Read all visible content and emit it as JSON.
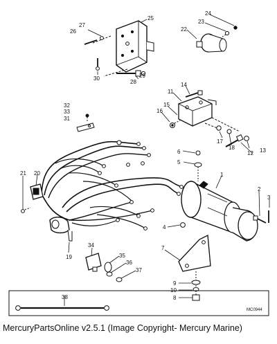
{
  "callouts": {
    "c1": "1",
    "c2": "2",
    "c3": "3",
    "c4": "4",
    "c5": "5",
    "c6": "6",
    "c7": "7",
    "c8": "8",
    "c9": "9",
    "c10": "10",
    "c11": "11",
    "c12": "12",
    "c13": "13",
    "c14": "14",
    "c15": "15",
    "c16": "16",
    "c17": "17",
    "c18": "18",
    "c19": "19",
    "c20": "20",
    "c21": "21",
    "c22": "22",
    "c23": "23",
    "c24": "24",
    "c25": "25",
    "c26": "26",
    "c27": "27",
    "c28": "28",
    "c29": "29",
    "c30": "30",
    "c31": "31",
    "c32": "32",
    "c33": "33",
    "c34": "34",
    "c35": "35",
    "c36": "36",
    "c37": "37",
    "c38": "38"
  },
  "drawing_code": "MC0944",
  "footer_text": "MercuryPartsOnline v2.5.1 (Image Copyright- Mercury Marine)"
}
